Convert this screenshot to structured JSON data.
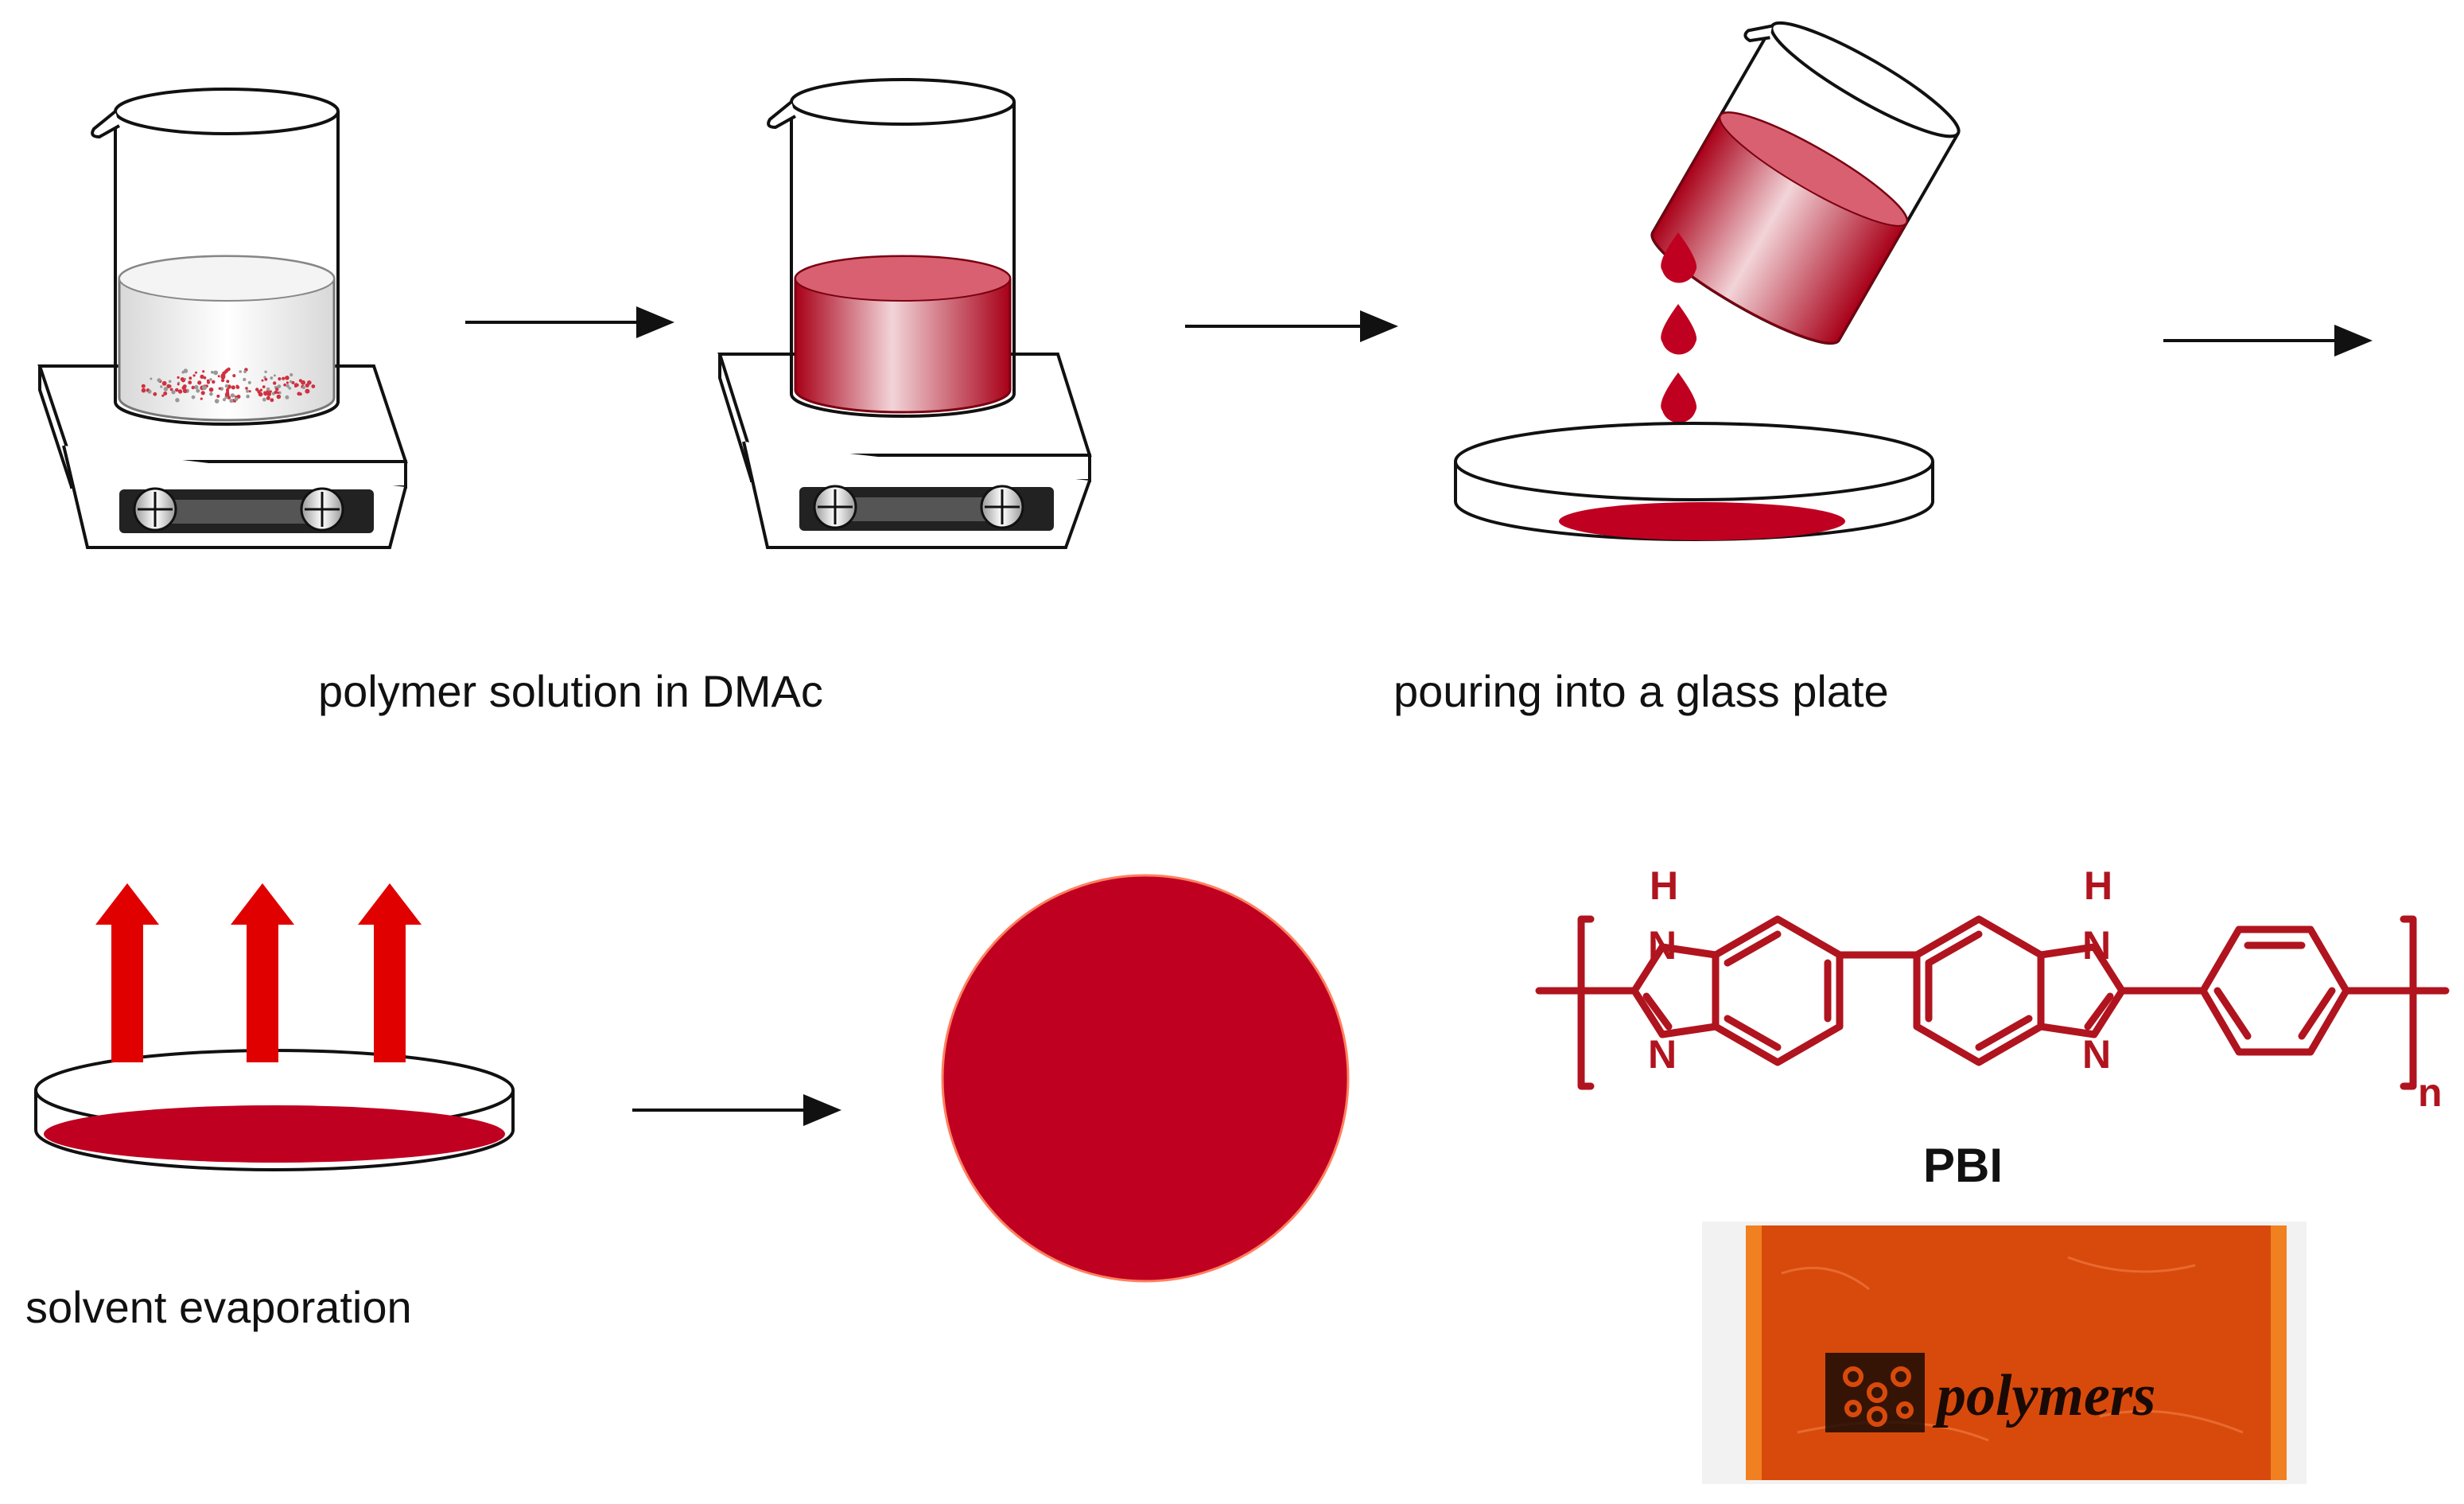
{
  "steps": {
    "step1_caption": "polymer solution in DMAc",
    "step2_caption": "pouring into a glass plate",
    "step3_caption": "solvent evaporation"
  },
  "structure": {
    "name": "PBI",
    "atoms": {
      "nh": "H",
      "n": "N",
      "repeat": "n"
    }
  },
  "photo": {
    "logo_text": "polymers"
  },
  "colors": {
    "polymer_red": "#c00020",
    "arrow_red": "#e00000",
    "structure_red": "#b0141e",
    "film_orange": "#d84a0c"
  }
}
